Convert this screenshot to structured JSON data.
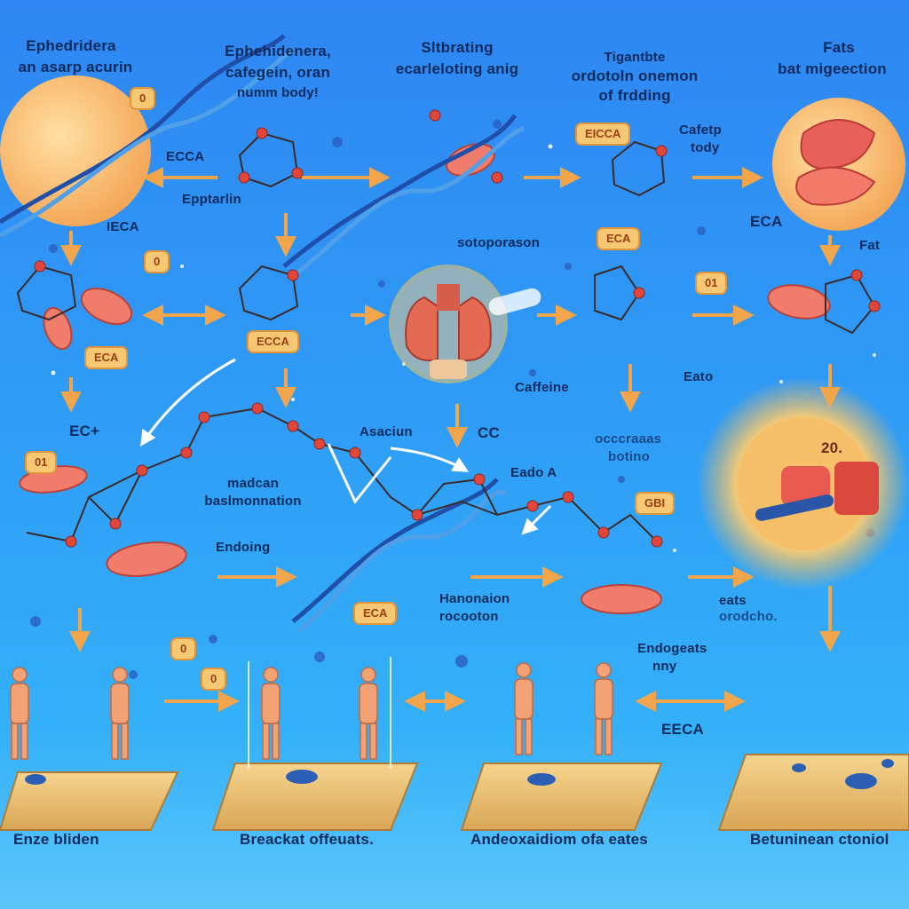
{
  "colors": {
    "background_top": "#2f86f2",
    "background_bottom": "#5cc6fb",
    "arrow": "#f2a54a",
    "molecule_bond": "#3b2a2a",
    "atom": "#e0473a",
    "cell": "#ef6f5e",
    "platform": "#f0c77a",
    "text": "#0c2a5c"
  },
  "top_row": {
    "col1": {
      "line1": "Ephedridera",
      "line2": "an asarp acurin"
    },
    "col2": {
      "line1": "Ephehidenera,",
      "line2": "cafegein, oran",
      "line3": "numm body!"
    },
    "col3": {
      "line1": "Sltbrating",
      "line2": "ecarleloting anig"
    },
    "col4": {
      "line1": "Tigantbte",
      "line2": "ordotoln onemon",
      "line3": "of frdding"
    },
    "col5": {
      "line1": "Fats",
      "line2": "bat migeection"
    }
  },
  "labels": {
    "ecca_top": "ECCA",
    "epptarlin": "Epptarlin",
    "ieca": "IECA",
    "cafetp_line1": "Cafetp",
    "cafetp_line2": "tody",
    "eca_right": "ECA",
    "fat": "Fat",
    "sotoporason": "sotoporason",
    "caffeine": "Caffeine",
    "eato": "Eato",
    "ec_plus": "EC+",
    "asaciun": "Asaciun",
    "cc": "CC",
    "occcaaas_line1": "occcraaas",
    "occcaaas_line2": "botino",
    "eado_a": "Eado A",
    "madcan_line1": "madcan",
    "madcan_line2": "baslmonnation",
    "endoing": "Endoing",
    "hanonaion_line1": "Hanonaion",
    "hanonaion_line2": "rocooton",
    "eats_line1": "eats",
    "eats_line2": "orodcho.",
    "endogeats_line1": "Endogeats",
    "endogeats_line2": "nny",
    "eeca": "EECA",
    "twenty": "20."
  },
  "badges": {
    "b_top_icon": "0",
    "b_ecca_right": "EICCA",
    "b_eca_left": "ECA",
    "b_eca_center": "ECCA",
    "b_eca_mid": "ECA",
    "b_small_1": "0",
    "b_small_2": "01",
    "b_small_3": "01",
    "b_small_4": "0",
    "b_small_5": "0",
    "b_eca_lower": "ECA",
    "b_gbi": "GBI"
  },
  "bottom_row": {
    "col1": "Enze bliden",
    "col2": "Breackat offeuats.",
    "col3": "Andeoxaidiom ofa eates",
    "col4": "Betuninean ctoniol"
  }
}
